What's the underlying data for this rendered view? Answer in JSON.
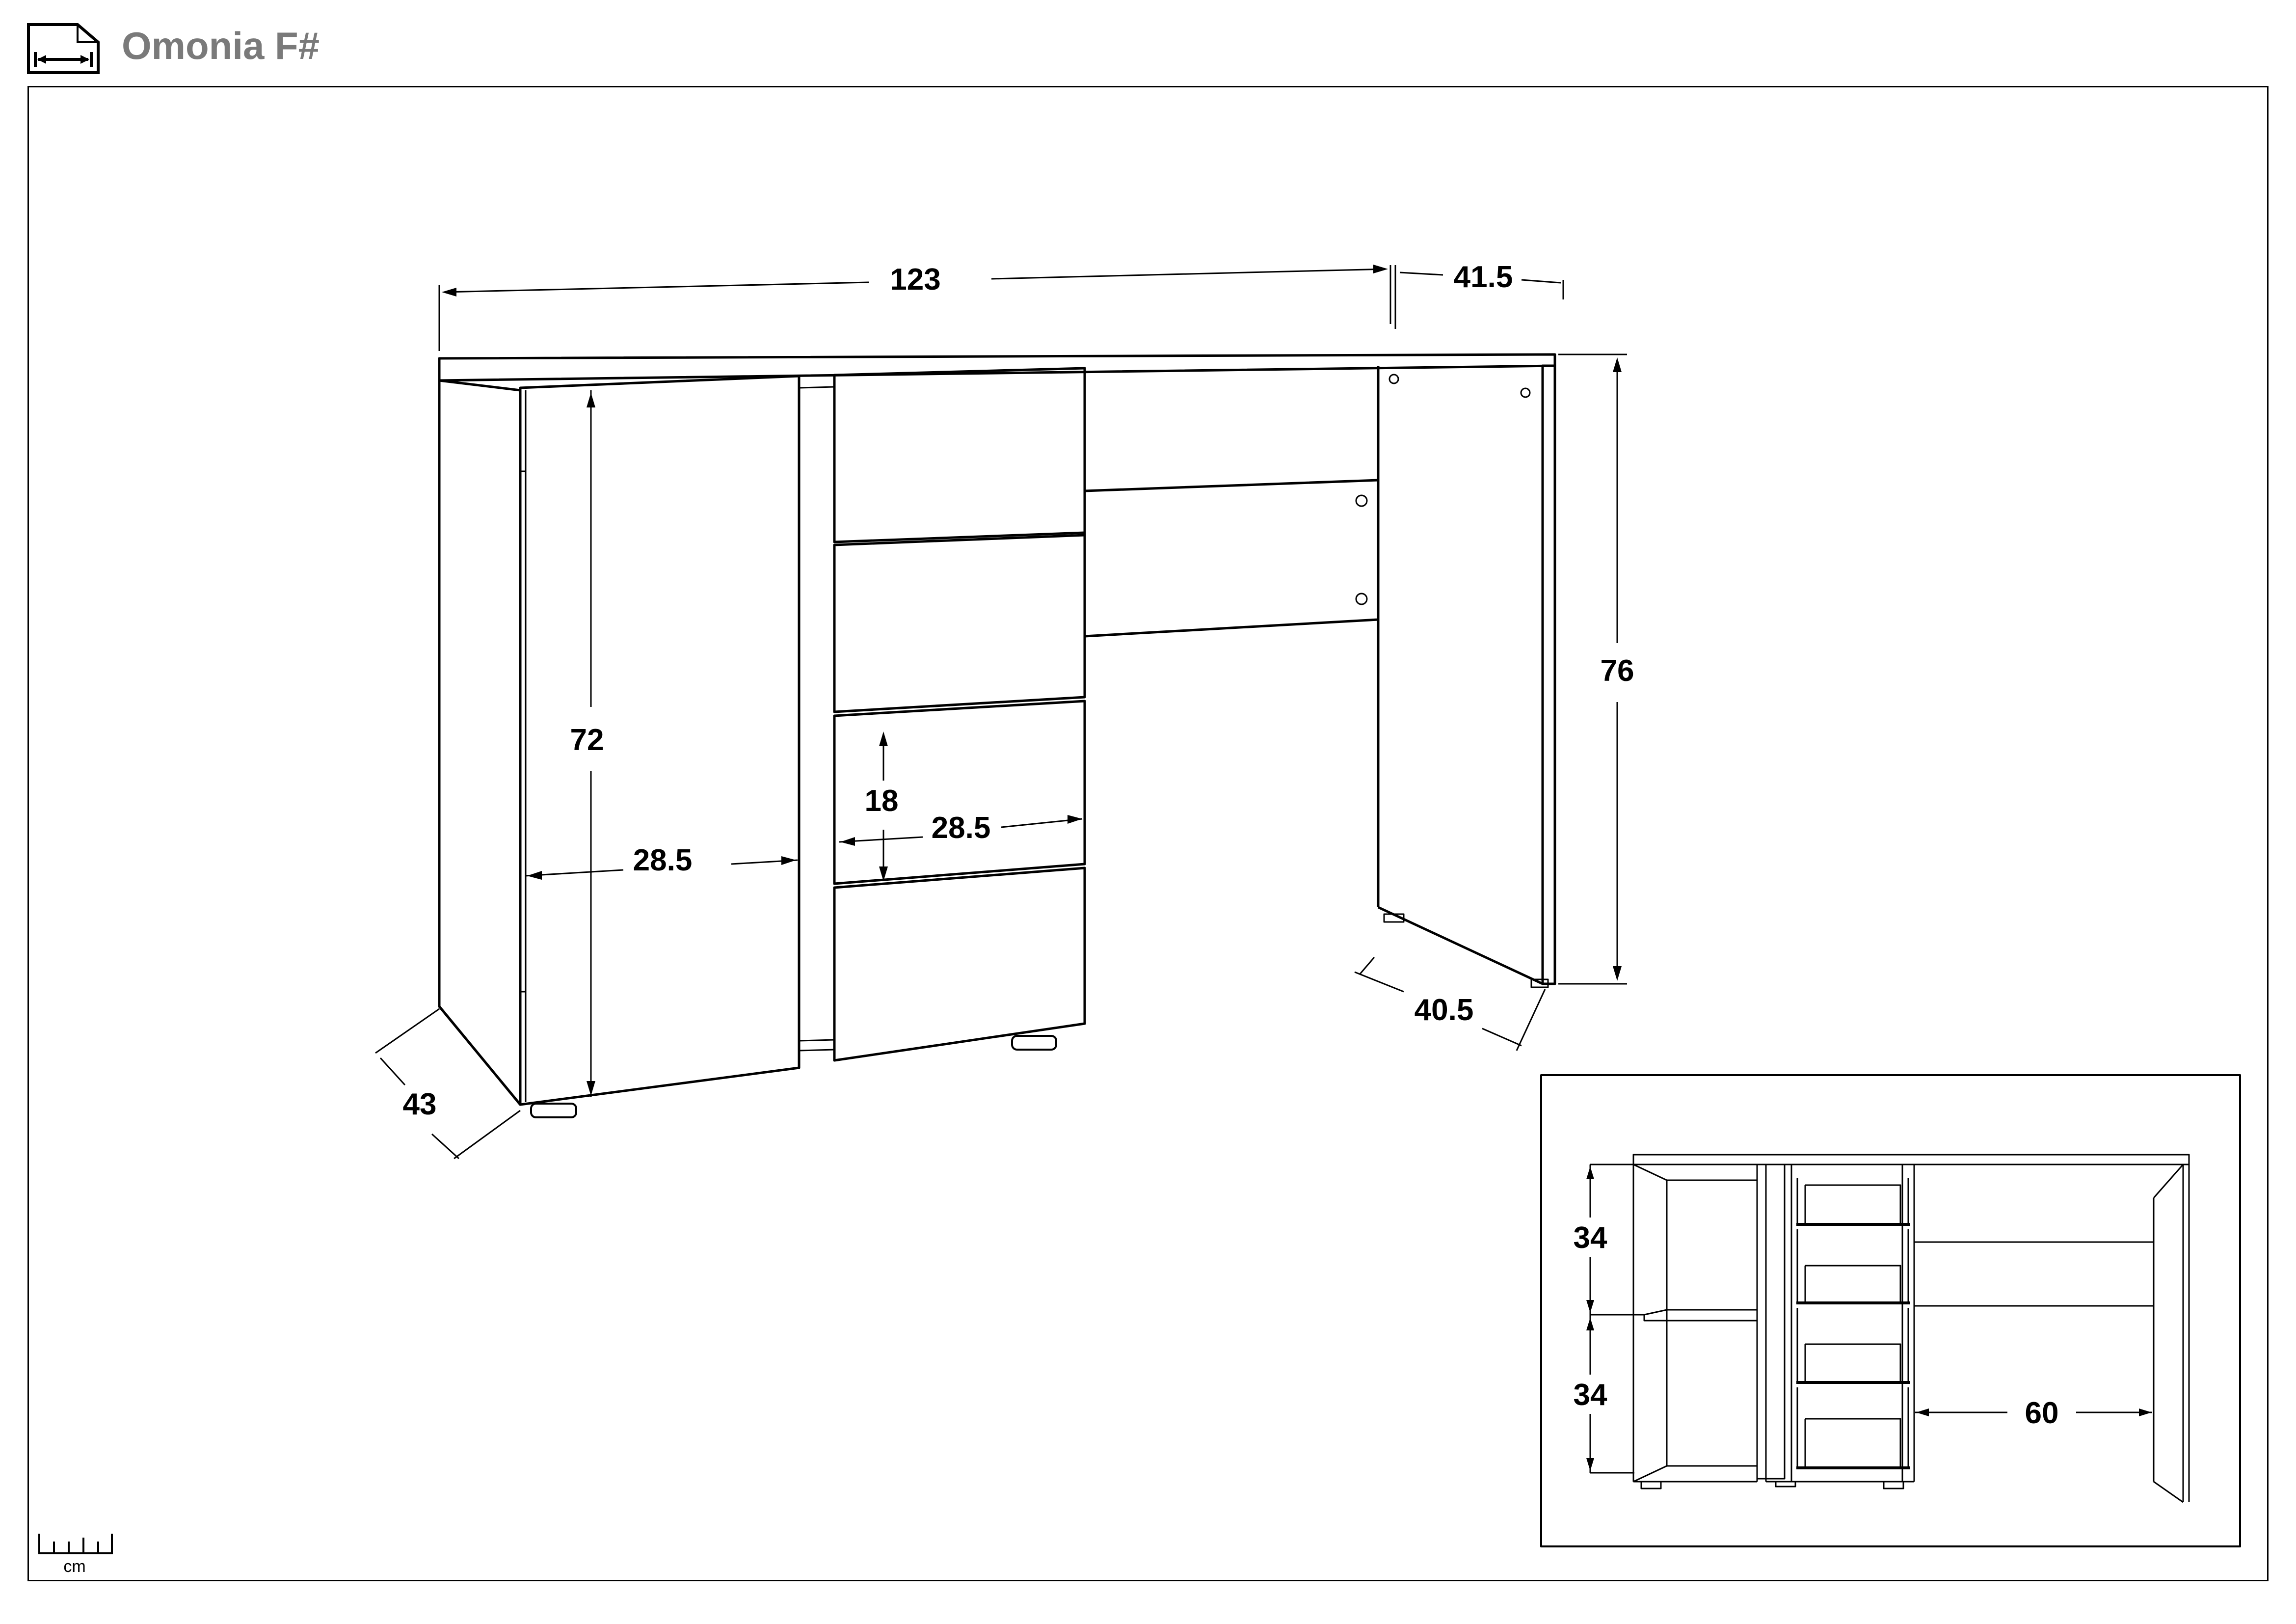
{
  "header": {
    "title": "Omonia F#",
    "icon": "dimensions-icon"
  },
  "scale": {
    "unit_label": "cm",
    "icon": "ruler-icon"
  },
  "dimensions": {
    "width": "123",
    "depth_top": "41.5",
    "height": "76",
    "leg_depth": "40.5",
    "cabinet_depth": "43",
    "door_height": "72",
    "door_width": "28.5",
    "drawer_height": "18",
    "drawer_width": "28.5"
  },
  "inset": {
    "shelf_upper": "34",
    "shelf_lower": "34",
    "knee_space": "60"
  }
}
